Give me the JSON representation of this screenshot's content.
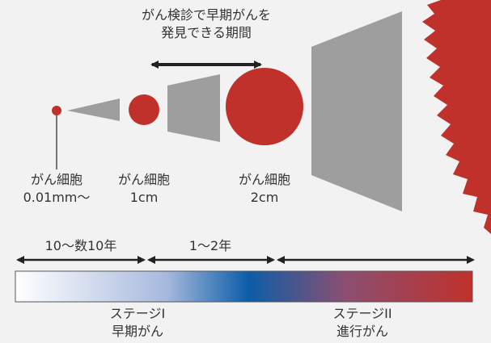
{
  "window_label": {
    "line1": "がん検診で早期がんを",
    "line2": "発見できる期間"
  },
  "cells": [
    {
      "name": "がん細胞",
      "size": "0.01mm〜"
    },
    {
      "name": "がん細胞",
      "size": "1cm"
    },
    {
      "name": "がん細胞",
      "size": "2cm"
    }
  ],
  "timeline": [
    {
      "label": "10〜数10年"
    },
    {
      "label": "1〜2年"
    },
    {
      "label": ""
    }
  ],
  "stages": [
    {
      "line1": "ステージI",
      "line2": "早期がん"
    },
    {
      "line1": "ステージII",
      "line2": "進行がん"
    }
  ],
  "colors": {
    "cell_red": "#c0312b",
    "cone_gray": "#9e9e9e",
    "text": "#333333",
    "gradient": [
      "#ffffff",
      "#a7b9de",
      "#0c5da8",
      "#8a4f72",
      "#c0312b"
    ]
  }
}
